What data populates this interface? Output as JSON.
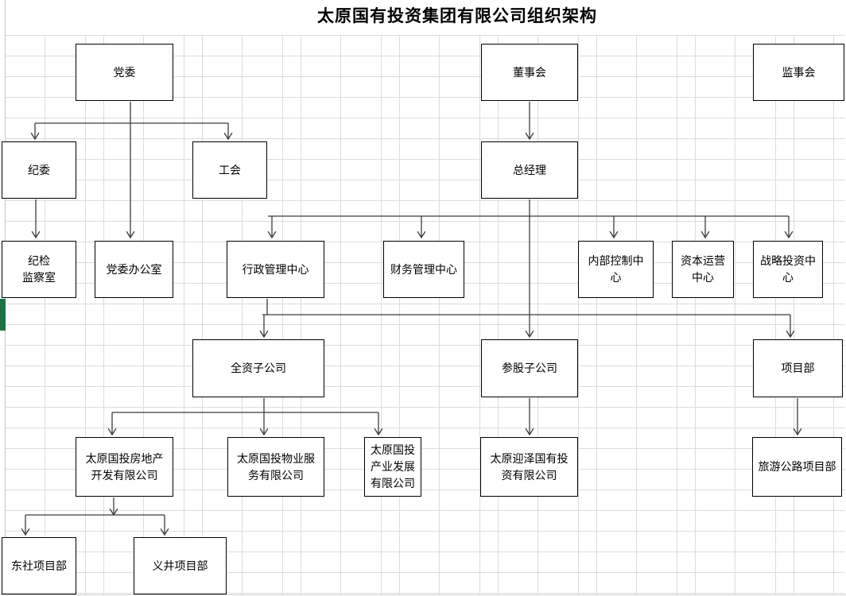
{
  "title": "太原国有投资集团有限公司组织架构",
  "nodes": {
    "dangwei": {
      "label": "党委"
    },
    "dongshihui": {
      "label": "董事会"
    },
    "jianshihui": {
      "label": "监事会"
    },
    "jiwei": {
      "label": "纪委"
    },
    "gonghui": {
      "label": "工会"
    },
    "zongjingli": {
      "label": "总经理"
    },
    "jijianjianchashi": {
      "label": "纪检\n监察室"
    },
    "dangweibangongshi": {
      "label": "党委办公室"
    },
    "xingzhengzhongxin": {
      "label": "行政管理中心"
    },
    "caiwuzhongxin": {
      "label": "财务管理中心"
    },
    "neibukongzhi": {
      "label": "内部控制中\n心"
    },
    "zibenyunying": {
      "label": "资本运营\n中心"
    },
    "zhanlvetouzi": {
      "label": "战略投资中\n心"
    },
    "quanzizigongsi": {
      "label": "全资子公司"
    },
    "canguzigongsi": {
      "label": "参股子公司"
    },
    "xiangmubu": {
      "label": "项目部"
    },
    "fangdichan": {
      "label": "太原国投房地产\n开发有限公司"
    },
    "wuye": {
      "label": "太原国投物业服\n务有限公司"
    },
    "chanyefazhan": {
      "label": "太原国投\n产业发展\n有限公司"
    },
    "yingzetouzi": {
      "label": "太原迎泽国有投\n资有限公司"
    },
    "lvyougonglu": {
      "label": "旅游公路项目部"
    },
    "dongshexiangmubu": {
      "label": "东社项目部"
    },
    "yijingxiangmubu": {
      "label": "义井项目部"
    }
  },
  "colors": {
    "selection_marker": "#1e7145",
    "gridline": "#dcdcdc",
    "connector": "#3c3c3c",
    "box_border": "#000000"
  }
}
